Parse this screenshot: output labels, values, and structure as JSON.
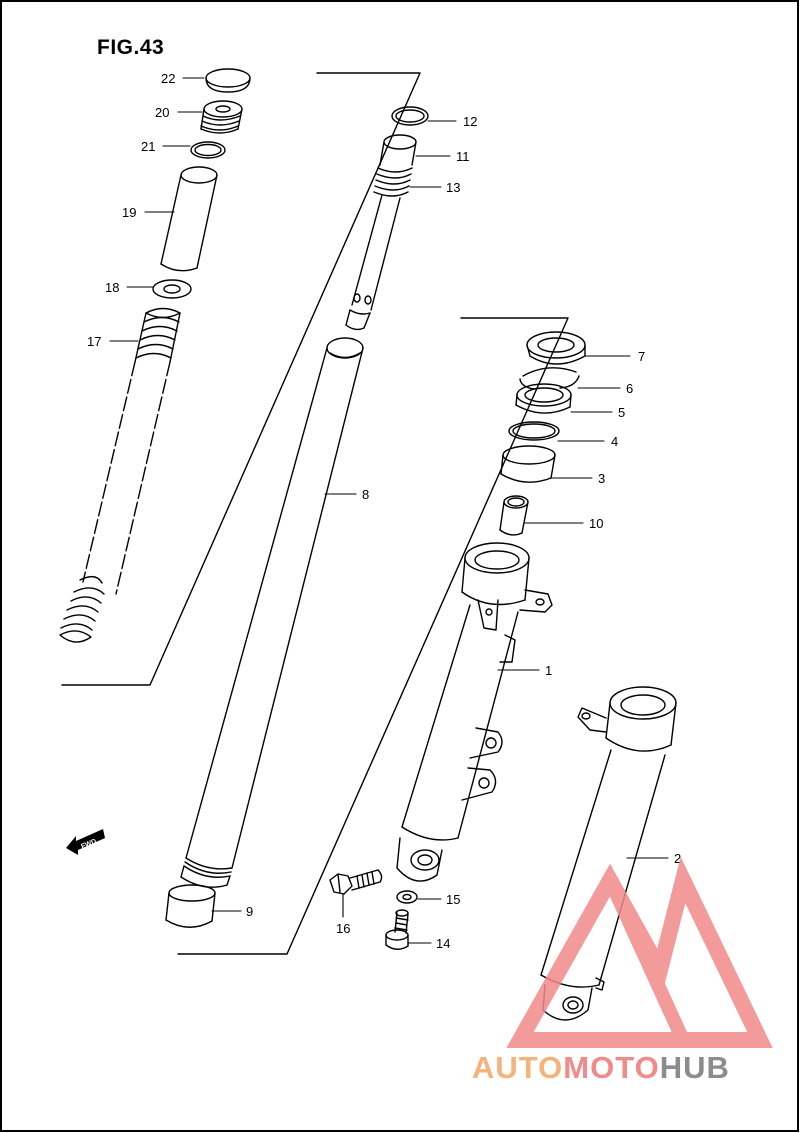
{
  "figure": {
    "title": "FIG.43"
  },
  "callouts": [
    "22",
    "20",
    "21",
    "19",
    "18",
    "17",
    "12",
    "11",
    "13",
    "8",
    "7",
    "6",
    "5",
    "4",
    "3",
    "10",
    "1",
    "2",
    "9",
    "15",
    "16",
    "14"
  ],
  "fwd_label": "FWD",
  "watermark": {
    "part1": "AUTO",
    "part2": "MOTO",
    "part3": "HUB"
  },
  "colors": {
    "ink": "#000000",
    "watermark_red": "#f28a8a",
    "watermark_orange": "#f5b27a",
    "watermark_gray": "#8c8c8c"
  }
}
